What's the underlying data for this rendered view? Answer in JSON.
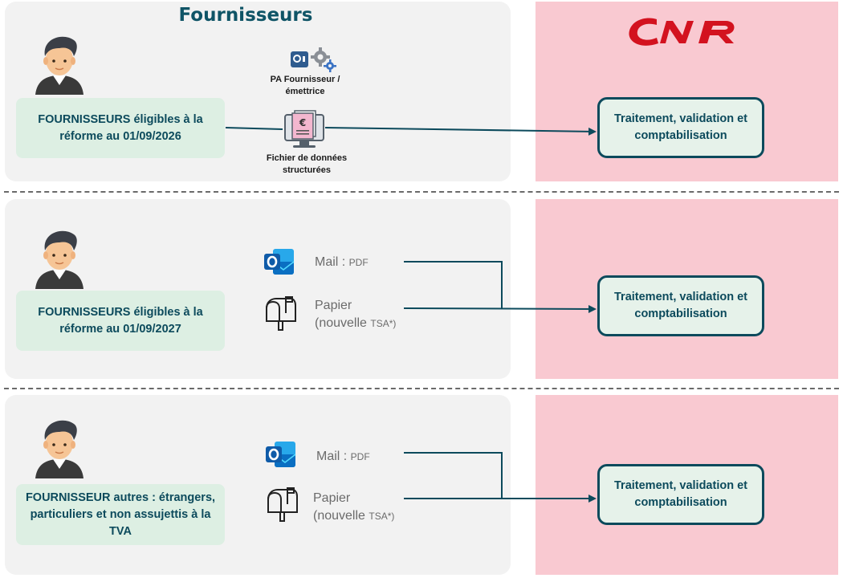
{
  "header": {
    "title": "Fournisseurs",
    "logo_text": "CNR"
  },
  "colors": {
    "panel_grey": "#f2f2f2",
    "panel_pink": "#f9c9d1",
    "dark_teal": "#0c4a5c",
    "box_green": "#ddefe3",
    "logo_red": "#d3121f"
  },
  "rows": [
    {
      "supplier_label": "FOURNISSEURS éligibles à la réforme au 01/09/2026",
      "top_label": "PA Fournisseur / émettrice",
      "bottom_label": "Fichier de données structurées",
      "target_label": "Traitement, validation et comptabilisation"
    },
    {
      "supplier_label": "FOURNISSEURS éligibles à la réforme au 01/09/2027",
      "mail_label": "Mail : ",
      "mail_small": "PDF",
      "paper_label": "Papier",
      "paper_sub": "(nouvelle ",
      "paper_sub_small": "TSA*)",
      "target_label": "Traitement, validation et comptabilisation"
    },
    {
      "supplier_label": "FOURNISSEUR autres : étrangers, particuliers et non assujettis à la TVA",
      "mail_label": "Mail : ",
      "mail_small": "PDF",
      "paper_label": "Papier",
      "paper_sub": "(nouvelle ",
      "paper_sub_small": "TSA*)",
      "target_label": "Traitement, validation et comptabilisation"
    }
  ],
  "icons": [
    "person-avatar-icon",
    "safe-icon",
    "gear-icon",
    "invoice-monitor-icon",
    "outlook-icon",
    "mailbox-icon"
  ]
}
